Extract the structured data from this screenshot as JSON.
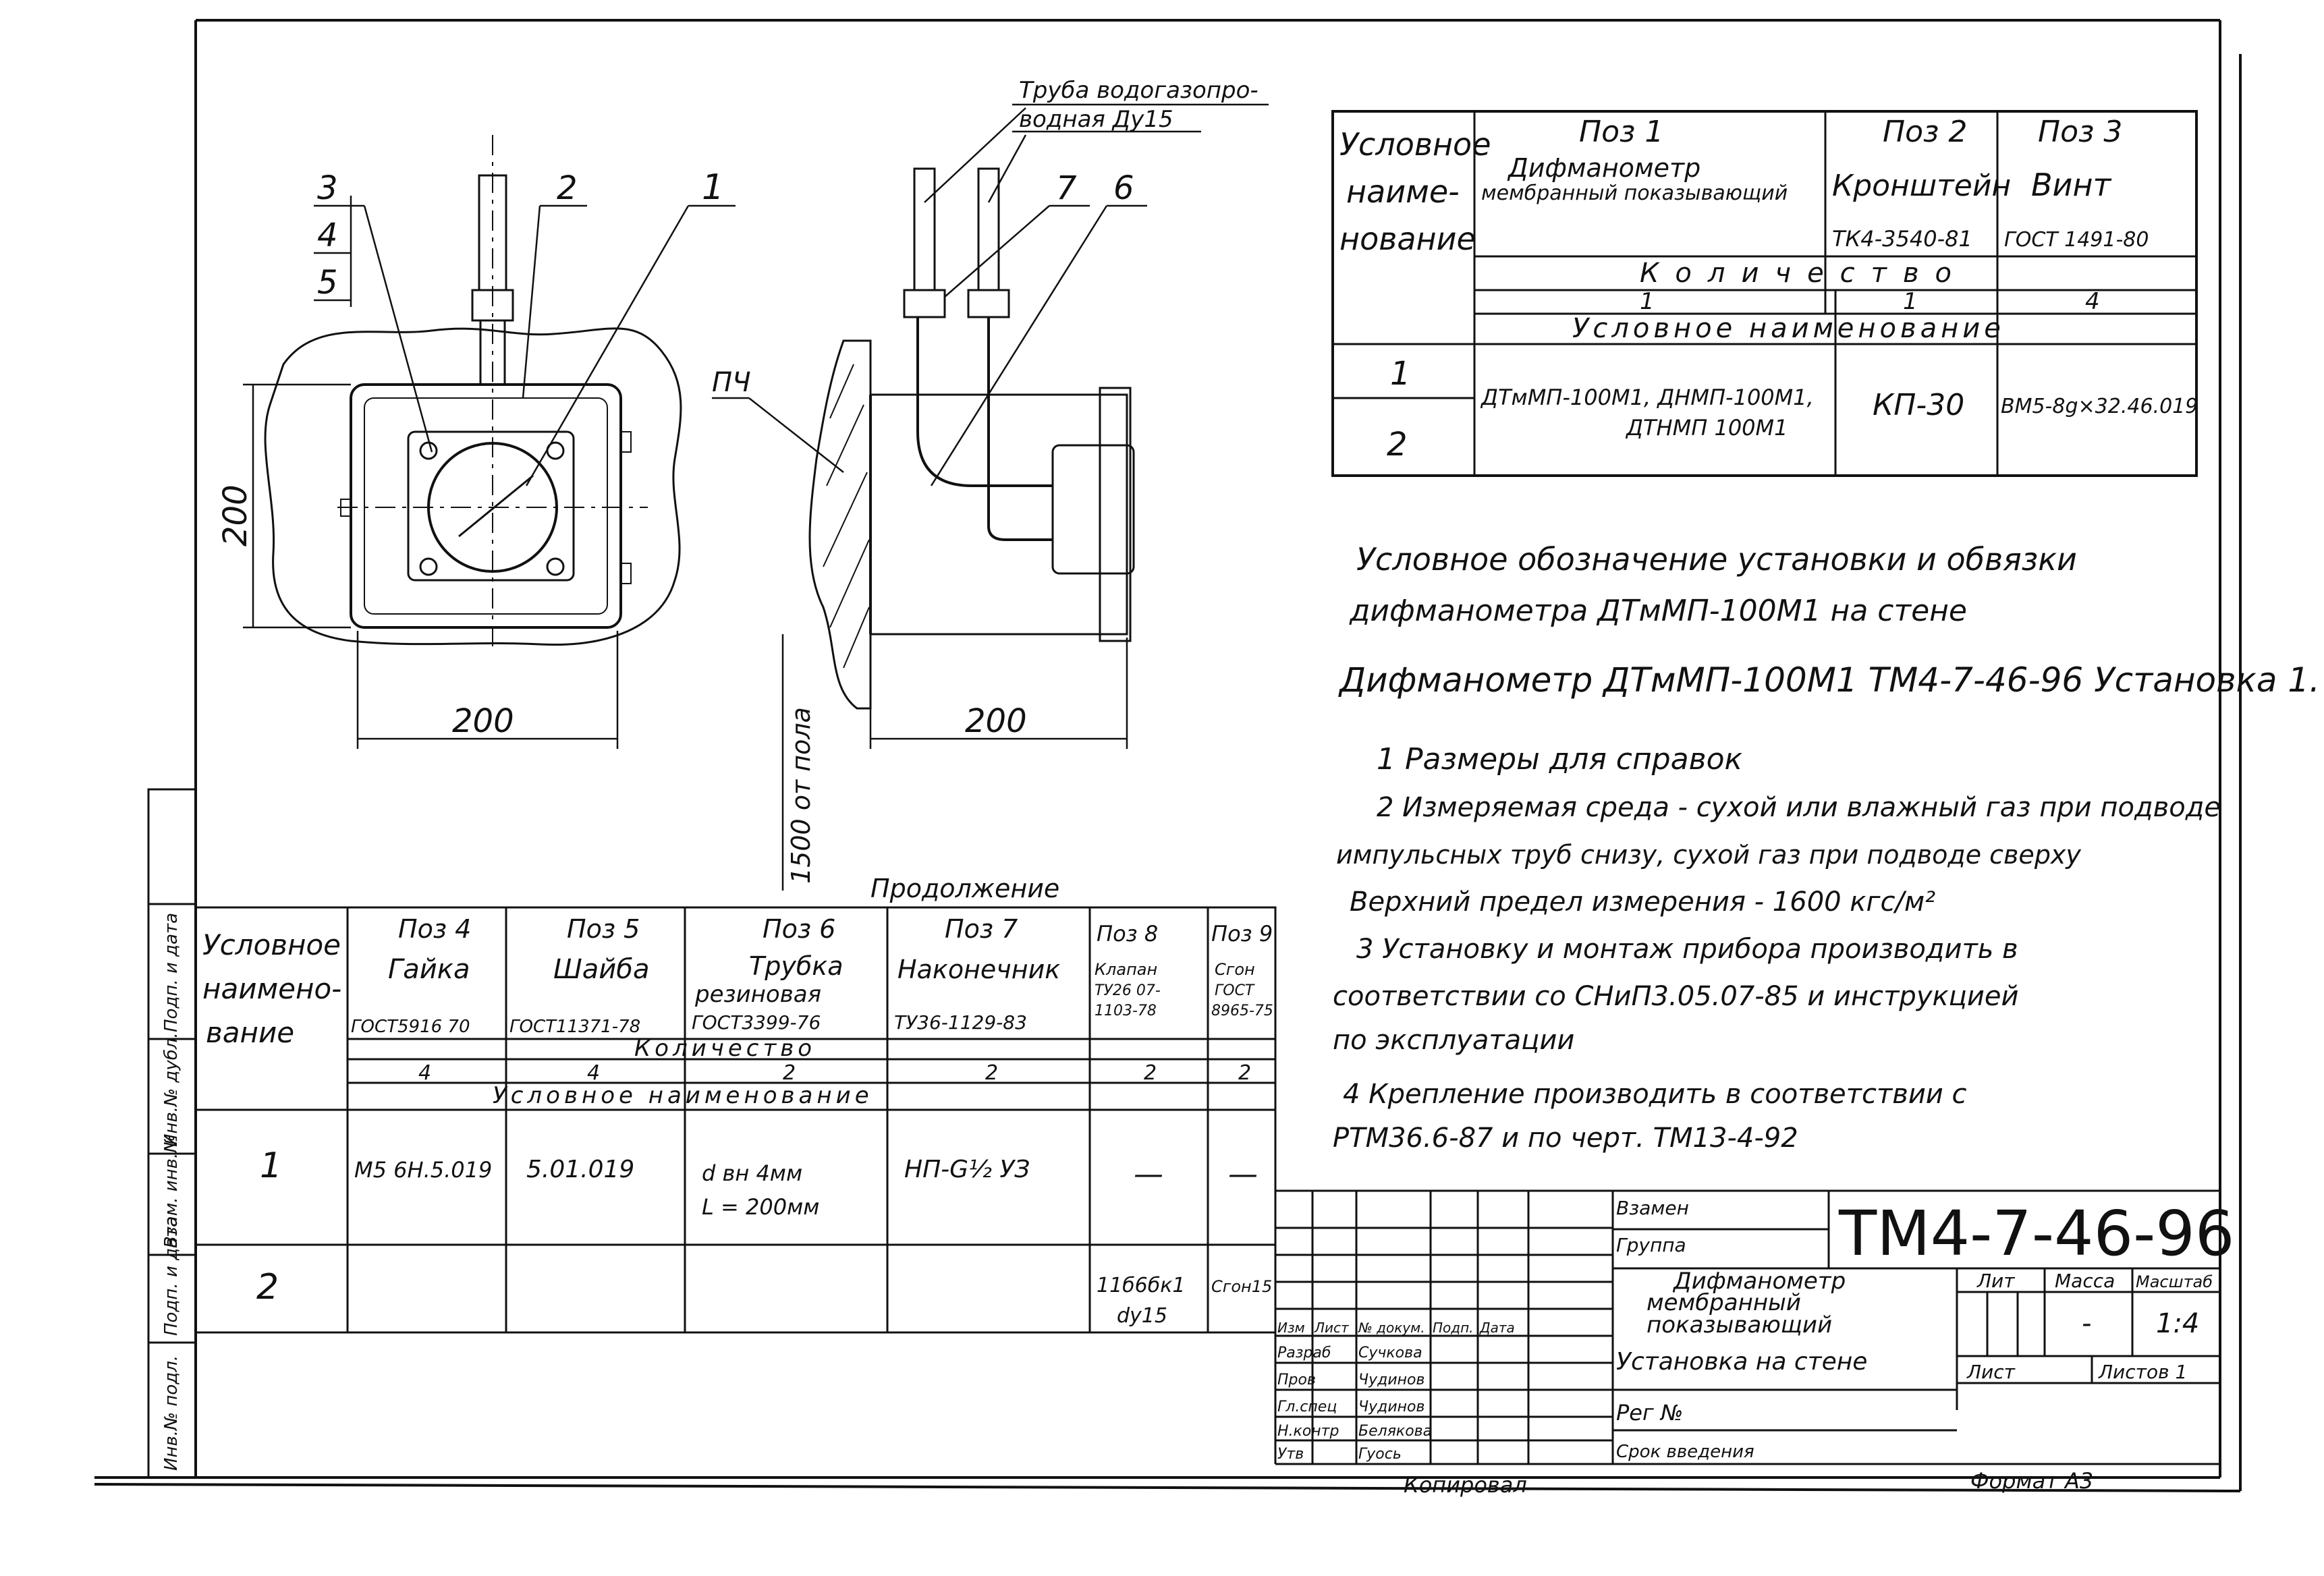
{
  "drawing": {
    "code": "ТМ4-7-46-96",
    "continuation_label": "Продолжение",
    "copied_label": "Копировал",
    "format_label": "Формат А3"
  },
  "view_labels": {
    "pipe_note_1": "Труба водогазопро-",
    "pipe_note_2": "водная Ду15",
    "callout_1": "1",
    "callout_2": "2",
    "callout_3": "3",
    "callout_4": "4",
    "callout_5": "5",
    "callout_6": "6",
    "callout_7": "7",
    "wall_label": "ПЧ",
    "dim_height": "200",
    "dim_width_front": "200",
    "dim_width_side": "200",
    "floor_height": "1500 от пола"
  },
  "spec_table_top": {
    "row_header": [
      "Условное",
      "наиме-",
      "нование"
    ],
    "pos1": {
      "title": "Поз 1",
      "name_line1": "Дифманометр",
      "name_line2": "мембранный показывающий"
    },
    "pos2": {
      "title": "Поз 2",
      "name": "Кронштейн",
      "standard": "ТК4-3540-81"
    },
    "pos3": {
      "title": "Поз 3",
      "name": "Винт",
      "standard": "ГОСТ 1491-80"
    },
    "quantity_label": "Количество",
    "quantities": [
      "1",
      "1",
      "4"
    ],
    "cond_label": "Условное наименование",
    "rows": [
      {
        "num": "1"
      },
      {
        "num": "2"
      }
    ],
    "pos1_value_line1": "ДТмМП-100М1, ДНМП-100М1,",
    "pos1_value_line2": "ДТНМП 100М1",
    "pos2_value": "КП-30",
    "pos3_value": "ВМ5-8g×32.46.019"
  },
  "description": {
    "line1": "Условное обозначение установки и обвязки",
    "line2": "дифманометра ДТмМП-100М1 на стене",
    "line3": "Дифманометр ДТмМП-100М1 ТМ4-7-46-96 Установка 1."
  },
  "notes": {
    "n1": "1 Размеры для справок",
    "n2_line1": "2 Измеряемая среда - сухой или влажный газ при подводе",
    "n2_line2": "импульсных труб снизу, сухой газ при подводе сверху",
    "n2_line3": "Верхний предел измерения - 1600 кгс/м²",
    "n3_line1": "3 Установку и монтаж прибора производить в",
    "n3_line2": "соответствии со СНиП3.05.07-85 и инструкцией",
    "n3_line3": "по эксплуатации",
    "n4_line1": "4 Крепление производить в соответствии с",
    "n4_line2": "РТМ36.6-87 и по черт. ТМ13-4-92"
  },
  "spec_table_bottom": {
    "row_header": [
      "Условное",
      "наимено-",
      "вание"
    ],
    "pos4": {
      "title": "Поз 4",
      "name": "Гайка",
      "standard": "ГОСТ5916 70"
    },
    "pos5": {
      "title": "Поз 5",
      "name": "Шайба",
      "standard": "ГОСТ11371-78"
    },
    "pos6": {
      "title": "Поз 6",
      "name_line1": "Трубка",
      "name_line2": "резиновая",
      "standard": "ГОСТ3399-76"
    },
    "pos7": {
      "title": "Поз 7",
      "name": "Наконечник",
      "standard": "ТУ36-1129-83"
    },
    "pos8": {
      "title": "Поз 8",
      "name": "Клапан",
      "standard_line1": "ТУ26 07-",
      "standard_line2": "1103-78"
    },
    "pos9": {
      "title": "Поз 9",
      "name": "Сгон",
      "standard_line1": "ГОСТ",
      "standard_line2": "8965-75"
    },
    "quantity_label": "Количество",
    "quantities": [
      "4",
      "4",
      "2",
      "2",
      "2",
      "2"
    ],
    "cond_label": "Условное наименование",
    "row1_num": "1",
    "row2_num": "2",
    "row1_values": [
      "М5 6Н.5.019",
      "5.01.019"
    ],
    "pos6_value_line1": "d вн 4мм",
    "pos6_value_line2": "L = 200мм",
    "pos7_value": "НП-G½ УЗ",
    "pos8_row1": "—",
    "pos9_row1": "—",
    "pos8_row2_line1": "11б6бк1",
    "pos8_row2_line2": "dy15",
    "pos9_row2": "Сгон15"
  },
  "left_strip": [
    "Инв.№ подл.",
    "Подп. и дата",
    "Взам. инв.№",
    "Инв.№ дубл.",
    "Подп. и дата"
  ],
  "title_block": {
    "vzamen_label": "Взамен",
    "group_label": "Группа",
    "role_labels": [
      "Изм",
      "Лист",
      "№ докум.",
      "Подп.",
      "Дата"
    ],
    "people": [
      {
        "role": "Разраб",
        "name": "Сучкова"
      },
      {
        "role": "Пров",
        "name": "Чудинов"
      },
      {
        "role": "Гл.спец",
        "name": "Чудинов"
      },
      {
        "role": "Н.контр",
        "name": "Белякова"
      },
      {
        "role": "Утв",
        "name": "Гуось"
      }
    ],
    "title_line1": "Дифманометр",
    "title_line2": "мембранный",
    "title_line3": "показывающий",
    "title_line4": "Установка на стене",
    "reg_label": "Рег №",
    "term_label": "Срок введения",
    "lit_label": "Лит",
    "mass_label": "Масса",
    "scale_label": "Масштаб",
    "mass_value": "-",
    "scale_value": "1:4",
    "sheet_label": "Лист",
    "sheets_label": "Листов 1"
  }
}
